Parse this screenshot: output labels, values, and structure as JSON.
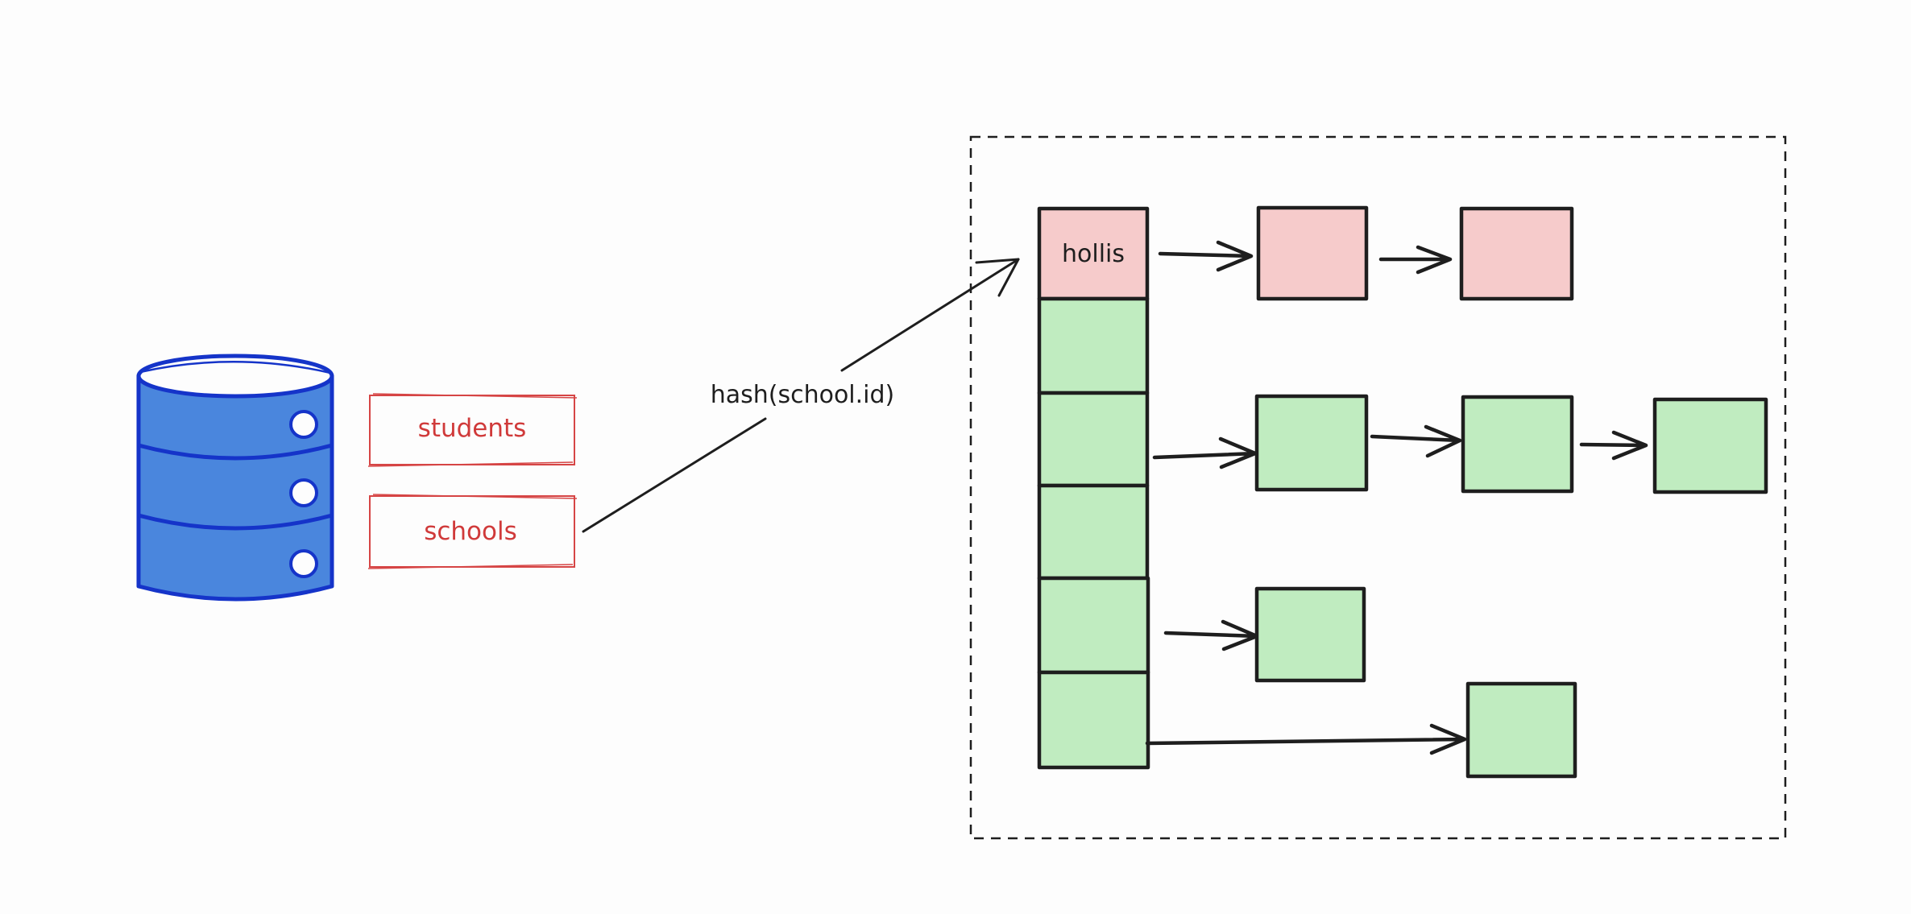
{
  "tables": {
    "students_label": "students",
    "schools_label": "schools"
  },
  "edge": {
    "hash_label": "hash(school.id)"
  },
  "hash_table": {
    "first_bucket_label": "hollis"
  },
  "colors": {
    "database": "#4a86dd",
    "database_stroke": "#1534c9",
    "table_label": "#d03a3a",
    "pink_cell": "#f6cbcb",
    "green_cell": "#c0ecc0",
    "stroke": "#1e1e1e"
  }
}
